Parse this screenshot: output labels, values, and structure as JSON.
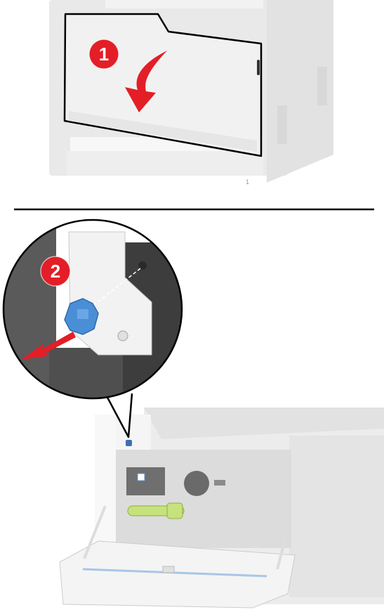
{
  "steps": [
    {
      "number": "1",
      "instruction_visual": "open-front-door"
    },
    {
      "number": "2",
      "instruction_visual": "remove-side-screw-cover"
    }
  ],
  "tray_label": "1",
  "colors": {
    "badge": "#e31e26",
    "arrow": "#e31e26",
    "printer_body": "#e8e8e8",
    "outline": "#000000",
    "latch": "#4a8fd6",
    "handle": "#c6e27c",
    "door_interior": "#3a3a3a"
  }
}
